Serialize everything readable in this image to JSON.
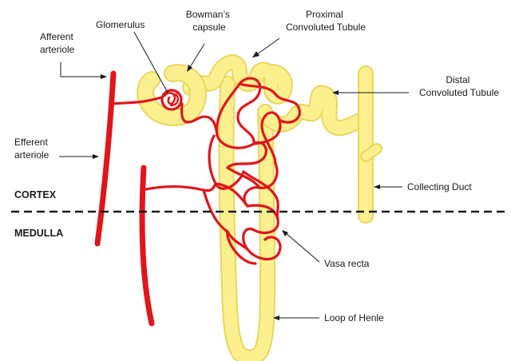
{
  "colors": {
    "tubule_fill": "#FCF08E",
    "tubule_edge": "#E9D65C",
    "vessel": "#E0161B",
    "line": "#1a1a1a",
    "background": "#ffffff"
  },
  "zones": {
    "cortex": "CORTEX",
    "medulla": "MEDULLA"
  },
  "labels": {
    "afferent": [
      "Afferent",
      "arteriole"
    ],
    "efferent": [
      "Efferent",
      "arteriole"
    ],
    "glomerulus": [
      "Glomerulus"
    ],
    "bowman": [
      "Bowman’s",
      "capsule"
    ],
    "proximal": [
      "Proximal",
      "Convoluted Tubule"
    ],
    "distal": [
      "Distal",
      "Convoluted Tubule"
    ],
    "collecting": [
      "Collecting Duct"
    ],
    "vasa_recta": [
      "Vasa recta"
    ],
    "henle": [
      "Loop of Henle"
    ]
  }
}
